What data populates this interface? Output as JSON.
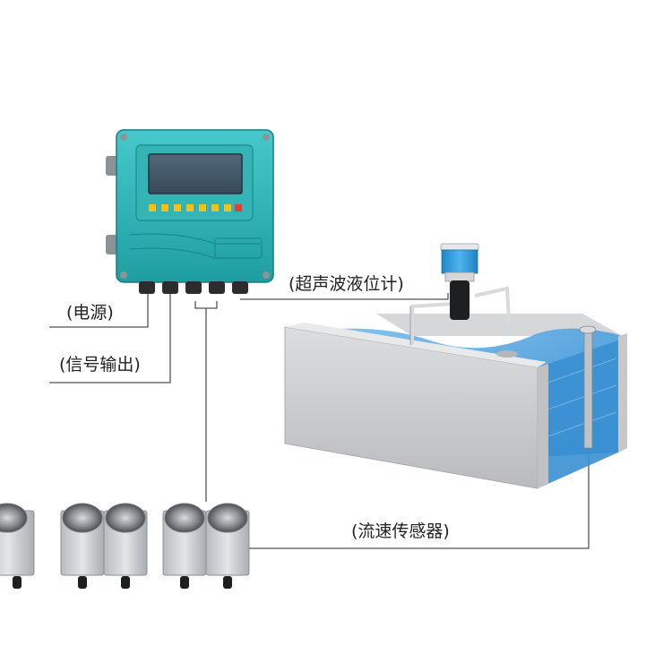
{
  "labels": {
    "power": "(电源)",
    "signal_output": "(信号输出)",
    "level_meter": "(超声波液位计)",
    "velocity_sensor": "(流速传感器)"
  },
  "colors": {
    "housing": "#2fb7b9",
    "housing_dark": "#1d8f92",
    "screen": "#43596b",
    "water": "#4a9fdc",
    "concrete": "#cfd1d3",
    "sensor_cap": "#2b9be0",
    "sensor_metal": "#cfd3d6",
    "wire": "#555555"
  }
}
